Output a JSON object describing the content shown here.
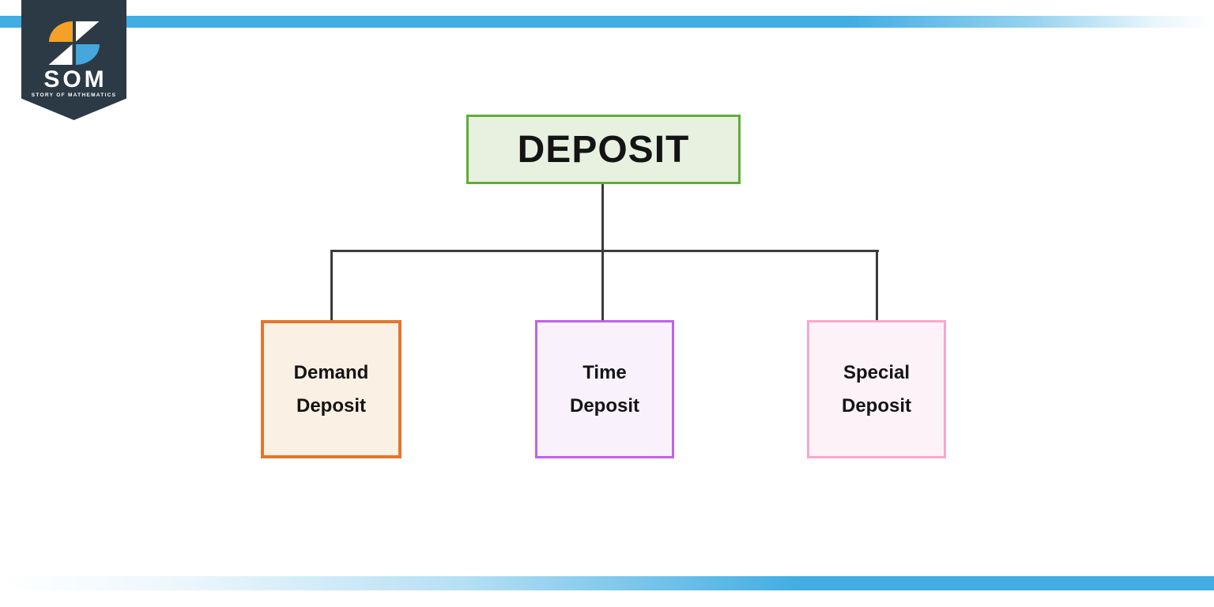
{
  "logo": {
    "acronym": "SOM",
    "tagline": "STORY OF MATHEMATICS",
    "colors": {
      "banner_navy": "#2c3a46",
      "icon_orange": "#f5a028",
      "icon_blue": "#45a7dd",
      "text": "#ffffff"
    }
  },
  "stripes": {
    "blue": "#41ade2",
    "top_style": "solid left, fades to white at right",
    "bottom_style": "fades from white at left to solid blue at right"
  },
  "diagram": {
    "type": "hierarchy-flowchart",
    "connector_color": "#3b3b3b",
    "root": {
      "label": "DEPOSIT",
      "border_color": "#60ae37",
      "fill_color": "#e8f1e0"
    },
    "children": [
      {
        "lines": [
          "Demand",
          "Deposit"
        ],
        "border_color": "#e2762f",
        "fill_color": "#fbf0e4"
      },
      {
        "lines": [
          "Time",
          "Deposit"
        ],
        "border_color": "#bd64e6",
        "fill_color": "#f9f1fc"
      },
      {
        "lines": [
          "Special",
          "Deposit"
        ],
        "border_color": "#f8a8cc",
        "fill_color": "#fdf2f7"
      }
    ]
  }
}
